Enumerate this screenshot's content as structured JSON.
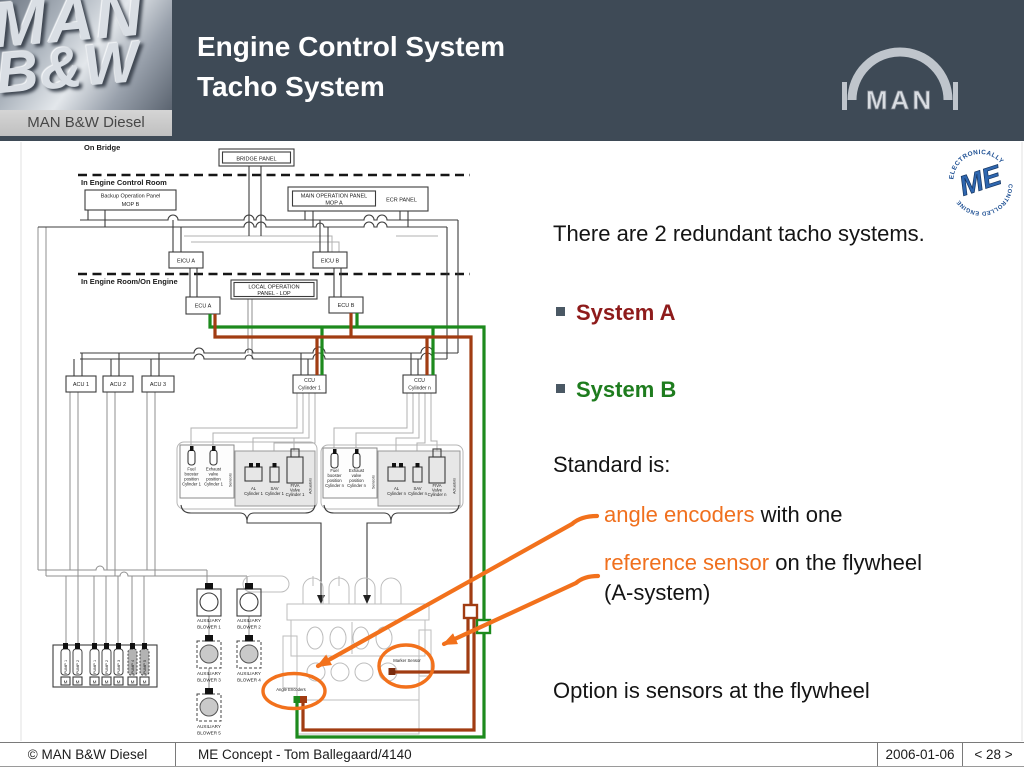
{
  "header": {
    "title_line1": "Engine Control System",
    "title_line2": "Tacho System",
    "brand_bar": "MAN B&W Diesel",
    "logo_line1": "MAN",
    "logo_line2": "B&W",
    "man_logo_text": "MAN"
  },
  "me_badge": {
    "top_text": "ELECTRONICALLY",
    "bottom_text": "CONTROLLED ENGINE",
    "center_text": "ME"
  },
  "body_text": {
    "intro": "There are 2 redundant tacho systems.",
    "bullet_a": "System A",
    "bullet_b": "System B",
    "standard_label": "Standard is:",
    "standard_item1_highlight": "angle encoders",
    "standard_item1_rest": " with one",
    "standard_item2_highlight": "reference sensor",
    "standard_item2_rest": " on the flywheel",
    "standard_item2_cont": "(A-system)",
    "option_text": "Option is sensors at the flywheel"
  },
  "footer": {
    "copyright": "© MAN B&W Diesel",
    "subject": "ME Concept - Tom Ballegaard/4140",
    "date": "2006-01-06",
    "page": "< 28 >"
  },
  "diagram": {
    "sections": {
      "bridge": "On Bridge",
      "ecr": "In Engine Control Room",
      "engine_room": "In Engine Room/On Engine"
    },
    "boxes": {
      "bridge_panel": "BRIDGE PANEL",
      "mop_b_1": "Backup Operation Panel",
      "mop_b_2": "MOP B",
      "mop_a_1": "MAIN OPERATION PANEL",
      "mop_a_2": "MOP A",
      "ecr_panel": "ECR PANEL",
      "eicu_a": "EICU A",
      "eicu_b": "EICU B",
      "lop_1": "LOCAL OPERATION",
      "lop_2": "PANEL - LOP",
      "ecu_a": "ECU A",
      "ecu_b": "ECU B",
      "acu_1": "ACU 1",
      "acu_2": "ACU 2",
      "acu_3": "ACU 3",
      "ccu_1_l1": "CCU",
      "ccu_1_l2": "Cylinder 1",
      "ccu_n_l1": "CCU",
      "ccu_n_l2": "Cylinder n"
    },
    "groups": {
      "sensors_label": "Sensors",
      "actuators_label": "Actuators",
      "fuel_1": [
        "Fuel",
        "booster",
        "position",
        "Cylinder 1"
      ],
      "exh_1": [
        "Exhaust",
        "valve",
        "position",
        "Cylinder 1"
      ],
      "al_1": [
        "AL",
        "Cylinder 1"
      ],
      "sav_1": [
        "SAV",
        "Cylinder 1"
      ],
      "fiva_1": [
        "FIVA",
        "Valve",
        "Cylinder 1"
      ],
      "fuel_n": [
        "Fuel",
        "booster",
        "position",
        "Cylinder n"
      ],
      "exh_n": [
        "Exhaust",
        "valve",
        "position",
        "Cylinder n"
      ],
      "al_n": [
        "AL",
        "Cylinder n"
      ],
      "sav_n": [
        "SAV",
        "Cylinder n"
      ],
      "fiva_n": [
        "FIVA",
        "Valve",
        "Cylinder n"
      ]
    },
    "pumps": [
      "PUMP 1",
      "PUMP 2",
      "PUMP 1",
      "PUMP 2",
      "PUMP 3",
      "PUMP 4",
      "PUMP 5"
    ],
    "motor_label": "M",
    "blowers": [
      [
        "AUXILIARY",
        "BLOWER 1"
      ],
      [
        "AUXILIARY",
        "BLOWER 2"
      ],
      [
        "AUXILIARY",
        "BLOWER 3"
      ],
      [
        "AUXILIARY",
        "BLOWER 4"
      ],
      [
        "AUXILIARY",
        "BLOWER 5"
      ]
    ],
    "callouts": {
      "angle_encoders": "Angle Encoders",
      "marker_sensor": "Marker Sensor"
    }
  },
  "colors": {
    "header_bg": "#3e4a56",
    "system_a": "#8e1b1b",
    "system_b": "#1e7c1e",
    "highlight_orange": "#f0701e",
    "tacho_a_line": "#a13c12",
    "tacho_b_line": "#1d8a1d"
  }
}
